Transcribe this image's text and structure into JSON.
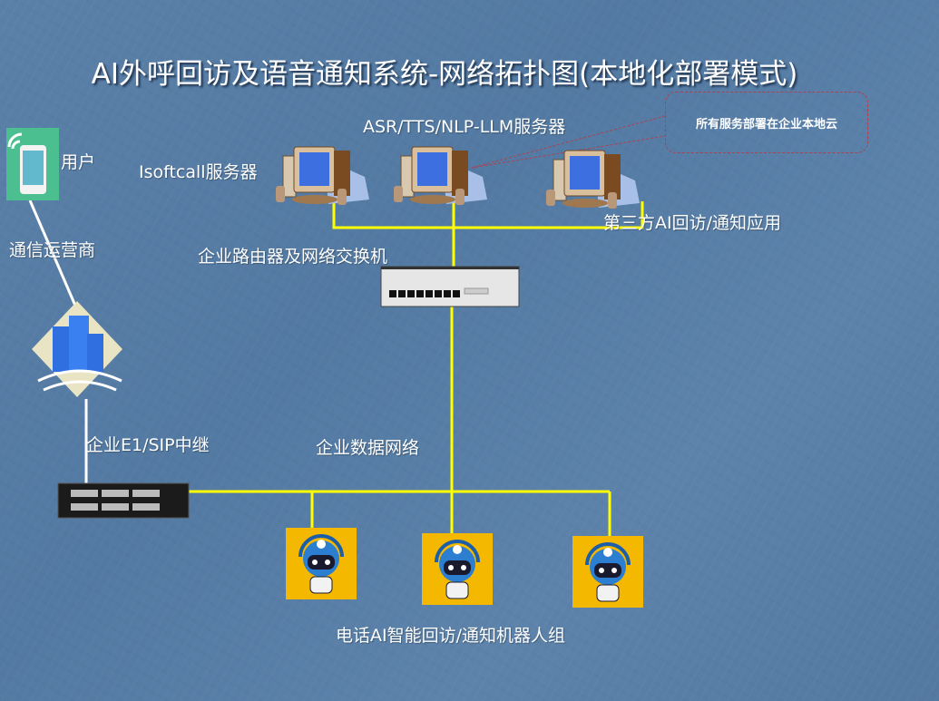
{
  "title": "AI外呼回访及语音通知系统-网络拓扑图(本地化部署模式)",
  "callout": "所有服务部署在企业本地云",
  "labels": {
    "user": "用户",
    "carrier": "通信运营商",
    "trunk": "企业E1/SIP中继",
    "isoftcall": "Isoftcall服务器",
    "asr": "ASR/TTS/NLP-LLM服务器",
    "third_party": "第三方AI回访/通知应用",
    "router": "企业路由器及网络交换机",
    "data_net": "企业数据网络",
    "robots": "电话AI智能回访/通知机器人组"
  },
  "colors": {
    "link": "#ffff00",
    "phone": "#4cbf91",
    "robot": "#f5b800",
    "trunk_line": "#ffffff"
  }
}
